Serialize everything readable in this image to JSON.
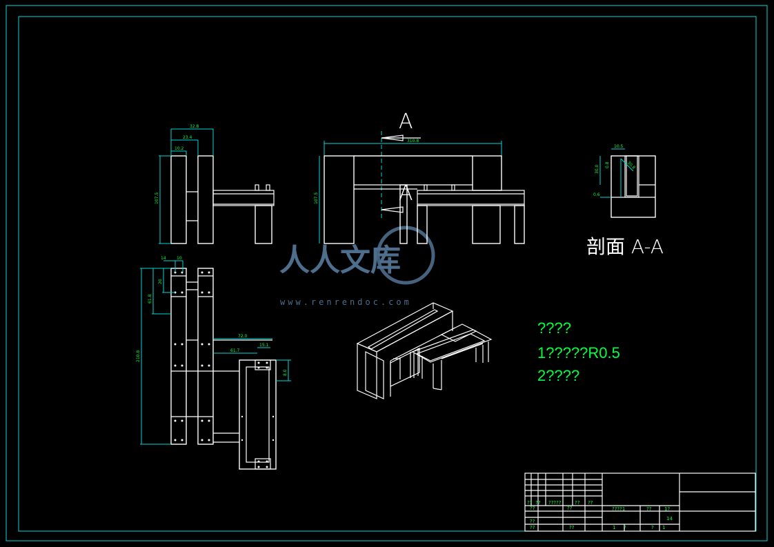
{
  "section_marker": "A",
  "section_title": "剖面 A-A",
  "notes": [
    "????",
    "1?????R0.5",
    "2????"
  ],
  "watermark": {
    "brand": "人人文库",
    "url": "www.renrendoc.com"
  },
  "dimensions": {
    "side_top_outer": "32.8",
    "side_top_mid": "23.4",
    "side_top_inner": "10.2",
    "side_height": "107.5",
    "front_width": "310.8",
    "front_height": "107.5",
    "section_width": "10.5",
    "section_height": "30.0",
    "section_inner": "0.8",
    "section_diag": "30.8",
    "section_base": "0.6",
    "plan_small_a": "14",
    "plan_small_b": "10",
    "plan_small_c": "20",
    "plan_mid": "61.8",
    "plan_total": "210.8",
    "plan_arm_total": "72.0",
    "plan_arm_tip": "15.1",
    "plan_arm_inner": "61.7",
    "plan_arm_height": "8.0"
  },
  "title_block": {
    "row_a": [
      "??",
      "??",
      "?????",
      "??",
      "??"
    ],
    "row_b": [
      "??",
      "??"
    ],
    "row_c": [
      "??"
    ],
    "row_d": [
      "??",
      "??"
    ],
    "right_a": [
      "????1",
      "??",
      "1?"
    ],
    "scale": "14",
    "bottom": [
      "1",
      "?",
      "?",
      "1"
    ]
  }
}
